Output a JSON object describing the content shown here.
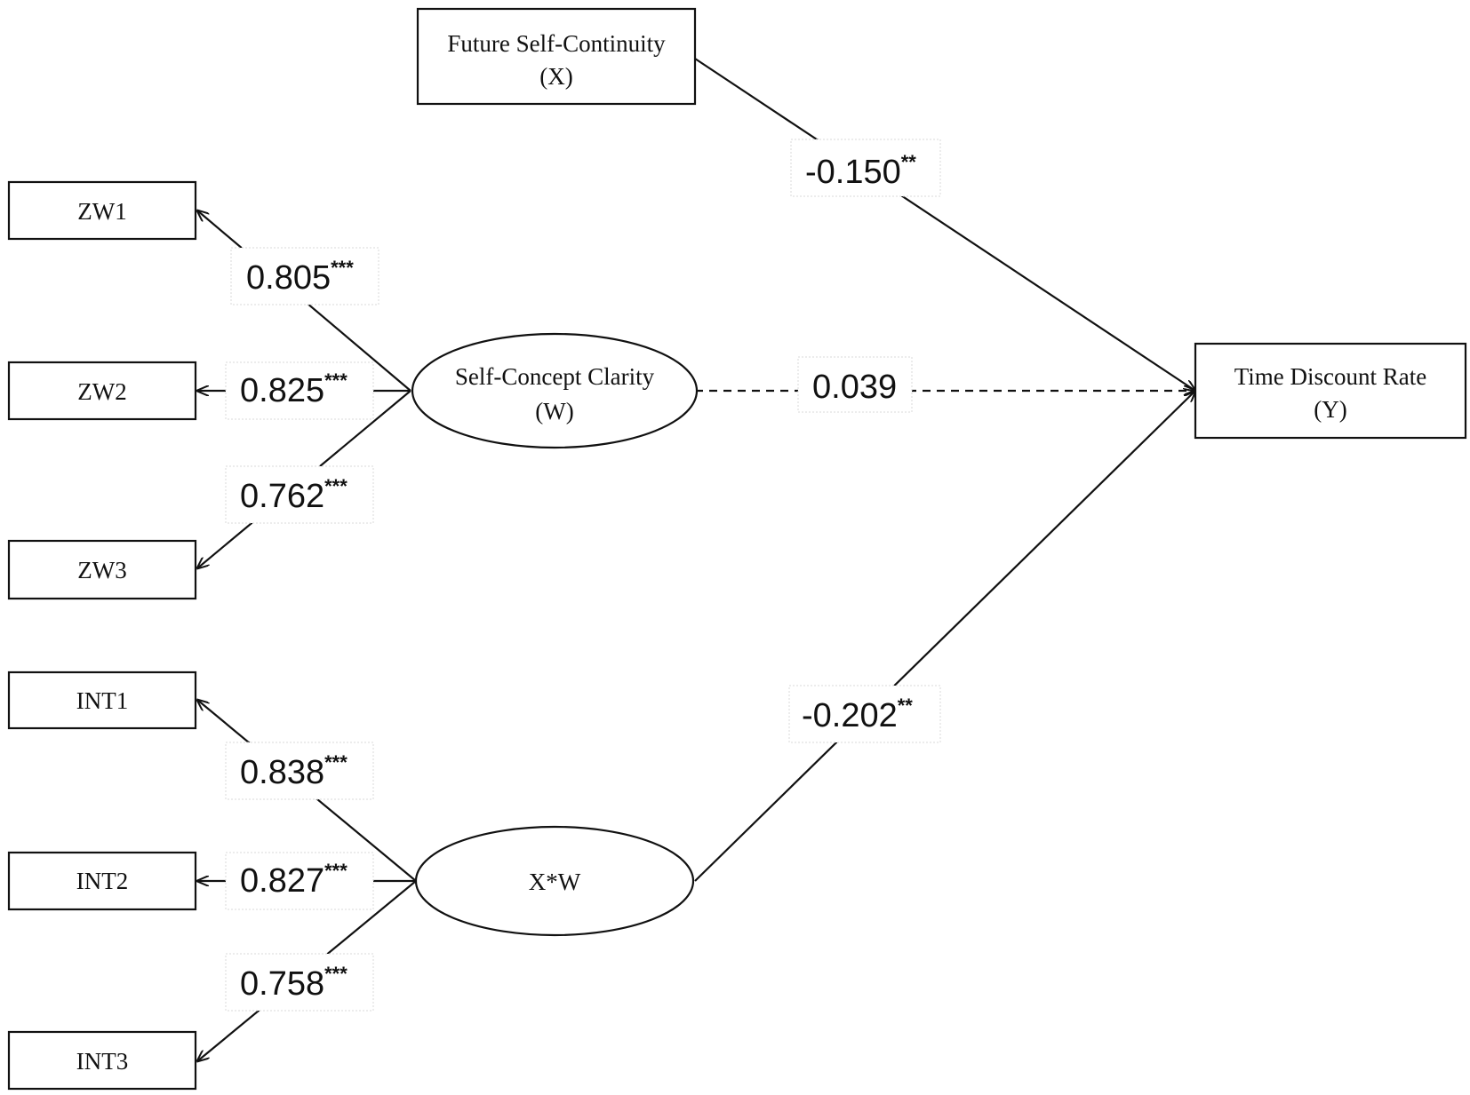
{
  "nodes": {
    "x": {
      "line1": "Future Self-Continuity",
      "line2": "(X)"
    },
    "y": {
      "line1": "Time Discount Rate",
      "line2": "(Y)"
    },
    "w": {
      "line1": "Self-Concept Clarity",
      "line2": "(W)"
    },
    "xw": {
      "line1": "X*W"
    },
    "zw1": "ZW1",
    "zw2": "ZW2",
    "zw3": "ZW3",
    "int1": "INT1",
    "int2": "INT2",
    "int3": "INT3"
  },
  "paths": {
    "x_to_y": {
      "value": "-0.150",
      "sig": "**"
    },
    "w_to_y": {
      "value": "0.039",
      "sig": ""
    },
    "xw_to_y": {
      "value": "-0.202",
      "sig": "**"
    }
  },
  "loadings": {
    "zw1": {
      "value": "0.805",
      "sig": "***"
    },
    "zw2": {
      "value": "0.825",
      "sig": "***"
    },
    "zw3": {
      "value": "0.762",
      "sig": "***"
    },
    "int1": {
      "value": "0.838",
      "sig": "***"
    },
    "int2": {
      "value": "0.827",
      "sig": "***"
    },
    "int3": {
      "value": "0.758",
      "sig": "***"
    }
  }
}
